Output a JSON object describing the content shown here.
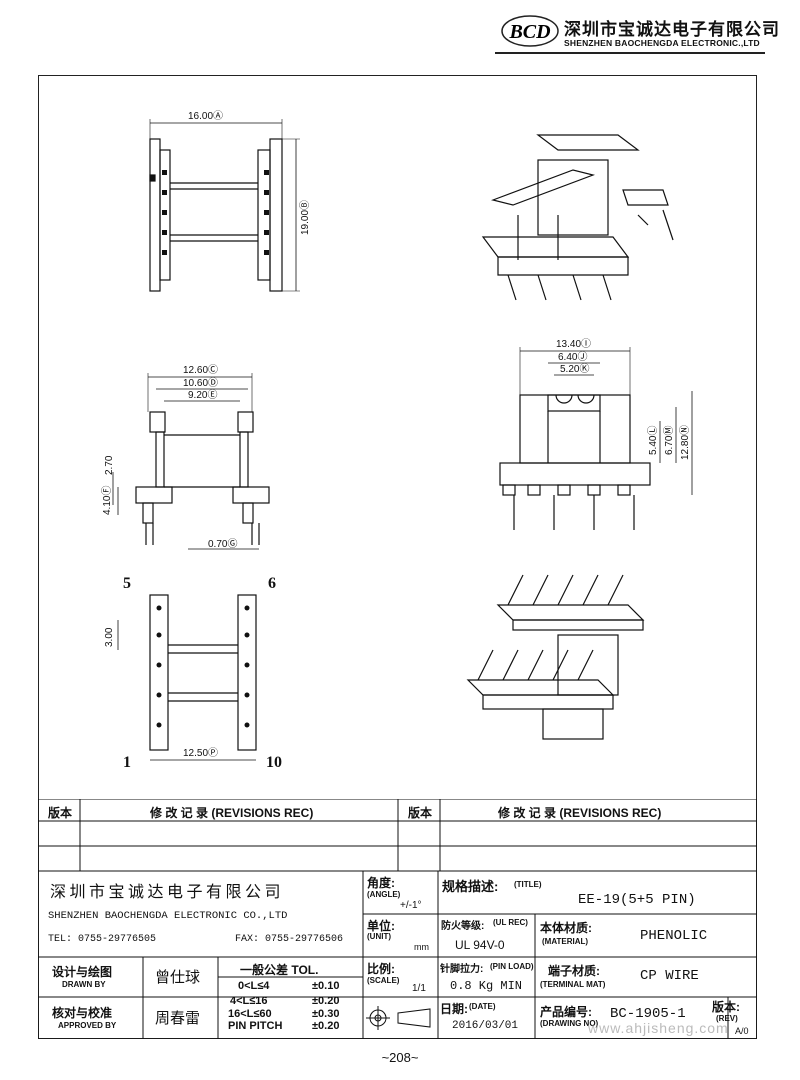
{
  "header": {
    "logo_text": "BCD",
    "company_cn": "深圳市宝诚达电子有限公司",
    "company_en": "SHENZHEN BAOCHENGDA ELECTRONIC.,LTD"
  },
  "dimensions": {
    "top_width": "16.00Ⓐ",
    "top_height": "19.00Ⓑ",
    "front_12_60": "12.60Ⓒ",
    "front_10_60": "10.60Ⓓ",
    "front_9_20": "9.20Ⓔ",
    "front_2_70": "2.70",
    "front_4_10": "4.10Ⓕ",
    "front_0_70": "0.70Ⓖ",
    "side_13_40": "13.40Ⓘ",
    "side_6_40": "6.40Ⓙ",
    "side_5_20": "5.20Ⓚ",
    "side_5_40": "5.40Ⓛ",
    "side_6_70": "6.70Ⓜ",
    "side_12_80": "12.80Ⓝ",
    "bottom_3_00": "3.00",
    "bottom_12_50": "12.50Ⓟ"
  },
  "pins": {
    "p5": "5",
    "p6": "6",
    "p1": "1",
    "p10": "10"
  },
  "table": {
    "rev_label": "版本",
    "rev_record": "修 改 记 录  (REVISIONS REC)",
    "company_cn": "深圳市宝诚达电子有限公司",
    "company_en": "SHENZHEN BAOCHENGDA ELECTRONIC CO.,LTD",
    "tel": "TEL: 0755-29776505",
    "fax": "FAX: 0755-29776506",
    "angle_label": "角度:",
    "angle_sub": "(ANGLE)",
    "angle_value": "+/-1°",
    "unit_label": "单位:",
    "unit_sub": "(UNIT)",
    "unit_value": "mm",
    "title_label": "规格描述:",
    "title_sub": "(TITLE)",
    "title_value": "EE-19(5+5 PIN)",
    "ul_label": "防火等级:",
    "ul_sub": "(UL REC)",
    "ul_value": "UL 94V-0",
    "material_label": "本体材质:",
    "material_sub": "(MATERIAL)",
    "material_value": "PHENOLIC",
    "drawn_label": "设计与绘图",
    "drawn_sub": "DRAWN BY",
    "drawn_name": "曾仕球",
    "tol_title": "一般公差 TOL.",
    "tol_rows": [
      {
        "range": "0<L≤4",
        "value": "±0.10"
      },
      {
        "range": "4<L≤16",
        "value": "±0.20"
      },
      {
        "range": "16<L≤60",
        "value": "±0.30"
      },
      {
        "range": "PIN PITCH",
        "value": "±0.20"
      }
    ],
    "scale_label": "比例:",
    "scale_sub": "(SCALE)",
    "scale_value": "1/1",
    "pin_load_label": "针脚拉力:",
    "pin_load_sub": "(PIN LOAD)",
    "pin_load_value": "0.8 Kg MIN",
    "terminal_label": "端子材质:",
    "terminal_sub": "(TERMINAL MAT)",
    "terminal_value": "CP WIRE",
    "approved_label": "核对与校准",
    "approved_sub": "APPROVED BY",
    "approved_name": "周春雷",
    "date_label": "日期:",
    "date_sub": "(DATE)",
    "date_value": "2016/03/01",
    "drawing_no_label": "产品编号:",
    "drawing_no_sub": "(DRAWING NO)",
    "drawing_no_value": "BC-1905-1",
    "rev_label2": "版本:",
    "rev_sub": "(REV)",
    "rev_value": "A/0"
  },
  "watermark": "www.ahjisheng.com",
  "page_number": "~208~"
}
